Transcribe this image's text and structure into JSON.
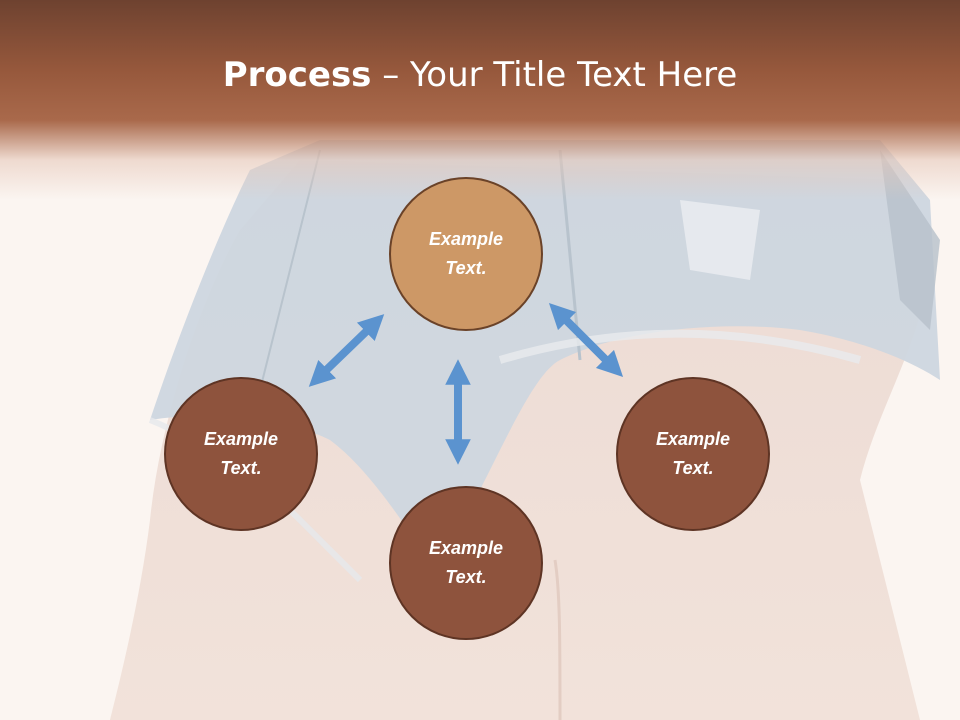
{
  "slide": {
    "title_bold": "Process",
    "title_rest": " – Your Title Text Here"
  },
  "nodes": [
    {
      "text": "Example Text.",
      "style": "light"
    },
    {
      "text": "Example Text.",
      "style": "dark"
    },
    {
      "text": "Example Text.",
      "style": "dark"
    },
    {
      "text": "Example Text.",
      "style": "dark"
    }
  ],
  "colors": {
    "arrow": "#5b93cf",
    "node_dark": "#8e533d",
    "node_light": "#cd9866",
    "title_band": "#96583c"
  },
  "icons": {
    "arrows": [
      "double-arrow-icon",
      "double-arrow-icon",
      "double-arrow-icon"
    ]
  }
}
